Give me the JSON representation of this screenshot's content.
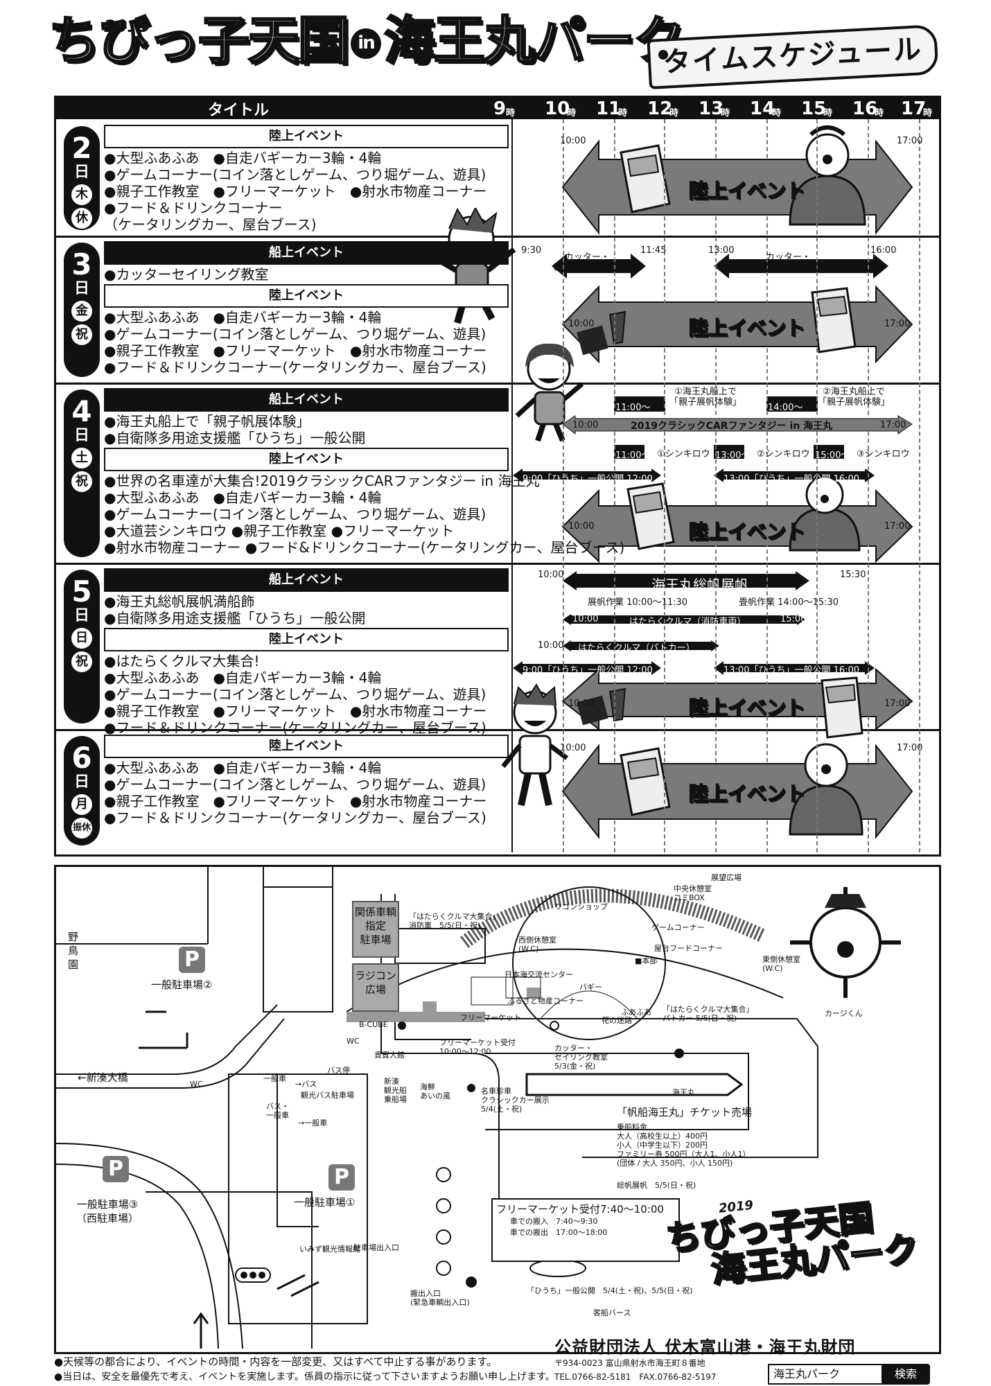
{
  "header": {
    "year": "2019",
    "title_a": "ちびっ子天国",
    "title_in": "in",
    "title_b": "海王丸パーク",
    "tag": "タイムスケジュール"
  },
  "schedule_header": {
    "title": "タイトル",
    "hours": [
      "9",
      "10",
      "11",
      "12",
      "13",
      "14",
      "15",
      "16",
      "17"
    ],
    "hour_suffix": "時"
  },
  "days": [
    {
      "num": "2",
      "d": "日",
      "wd": "木",
      "hol": "休",
      "blocks": [
        {
          "head": "陸上イベント",
          "dark": false,
          "lines": [
            "●大型ふあふあ　●自走バギーカー3輪・4輪",
            "●ゲームコーナー(コイン落としゲーム、つり堀ゲーム、遊具)",
            "●親子工作教室　●フリーマーケット　●射水市物産コーナー",
            "●フード＆ドリンクコーナー",
            "（ケータリングカー、屋台ブース)"
          ]
        }
      ],
      "timeline": {
        "start": "10:00",
        "end": "17:00",
        "label": "陸上イベント"
      }
    },
    {
      "num": "3",
      "d": "日",
      "wd": "金",
      "hol": "祝",
      "blocks": [
        {
          "head": "船上イベント",
          "dark": true,
          "lines": [
            "●カッターセイリング教室"
          ]
        },
        {
          "head": "陸上イベント",
          "dark": false,
          "lines": [
            "●大型ふあふあ　●自走バギーカー3輪・4輪",
            "●ゲームコーナー(コイン落としゲーム、つり堀ゲーム、遊具)",
            "●親子工作教室　●フリーマーケット　●射水市物産コーナー",
            "●フード＆ドリンクコーナー(ケータリングカー、屋台ブース)"
          ]
        }
      ],
      "timeline": {
        "start": "10:00",
        "end": "17:00",
        "label": "陸上イベント",
        "cutter": [
          {
            "start": "9:30",
            "end": "11:45",
            "label": "カッター・\nセイリング教室①"
          },
          {
            "start": "13:00",
            "end": "16:00",
            "label": "カッター・\nセイリング教室②"
          }
        ]
      }
    },
    {
      "num": "4",
      "d": "日",
      "wd": "土",
      "hol": "祝",
      "blocks": [
        {
          "head": "船上イベント",
          "dark": true,
          "lines": [
            "●海王丸船上で「親子帆展体験」",
            "●自衛隊多用途支援艦「ひうち」一般公開"
          ]
        },
        {
          "head": "陸上イベント",
          "dark": false,
          "lines": [
            "●世界の名車達が大集合!2019クラシックCARファンタジー in 海王丸",
            "●大型ふあふあ　●自走バギーカー3輪・4輪",
            "●ゲームコーナー(コイン落としゲーム、つり堀ゲーム、遊具)",
            "●大道芸シンキロウ ●親子工作教室 ●フリーマーケット",
            "●射水市物産コーナー ●フード&ドリンクコーナー(ケータリングカー、屋台ブース)"
          ]
        }
      ],
      "timeline": {
        "sail1_time": "11:00～",
        "sail1_label": "①海王丸船上で\n「親子展帆体験」",
        "sail2_time": "14:00～",
        "sail2_label": "②海王丸船上で\n「親子展帆体験」",
        "car_start": "10:00",
        "car_label": "2019クラシックCARファンタジー in 海王丸",
        "car_end": "17:00",
        "shin1": "11:00～",
        "shin1_label": "①シンキロウ",
        "shin2": "13:00～",
        "shin2_label": "②シンキロウ",
        "shin3": "15:00～",
        "shin3_label": "③シンキロウ",
        "hiuchi1": "9:00「ひうち」一般公開 12:00",
        "hiuchi2": "13:00「ひうち」一般公開 16:00",
        "start": "10:00",
        "end": "17:00",
        "label": "陸上イベント"
      }
    },
    {
      "num": "5",
      "d": "日",
      "wd": "日",
      "hol": "祝",
      "blocks": [
        {
          "head": "船上イベント",
          "dark": true,
          "lines": [
            "●海王丸総帆展帆満船飾",
            "●自衛隊多用途支援艦「ひうち」一般公開"
          ]
        },
        {
          "head": "陸上イベント",
          "dark": false,
          "lines": [
            "●はたらくクルマ大集合!",
            "●大型ふあふあ　●自走バギーカー3輪・4輪",
            "●ゲームコーナー(コイン落としゲーム、つり堀ゲーム、遊具)",
            "●親子工作教室　●フリーマーケット　●射水市物産コーナー",
            "●フード＆ドリンクコーナー(ケータリングカー、屋台ブース)"
          ]
        }
      ],
      "timeline": {
        "sail_start": "10:00",
        "sail_label": "海王丸総帆展帆",
        "sail_end": "15:30",
        "tenpan": "展帆作業 10:00～11:30",
        "donpan": "畳帆作業 14:00～15:30",
        "fire": "はたらくクルマ（消防車両）",
        "fire_start": "10:00",
        "fire_end": "15:00",
        "police_start": "10:00",
        "police": "はたらくクルマ（パトカー）",
        "hiuchi1": "9:00「ひうち」一般公開 12:00",
        "hiuchi2": "13:00「ひうち」一般公開 16:00",
        "start": "10:00",
        "end": "17:00",
        "label": "陸上イベント"
      }
    },
    {
      "num": "6",
      "d": "日",
      "wd": "月",
      "hol": "振休",
      "blocks": [
        {
          "head": "陸上イベント",
          "dark": false,
          "lines": [
            "●大型ふあふあ　●自走バギーカー3輪・4輪",
            "●ゲームコーナー(コイン落としゲーム、つり堀ゲーム、遊具)",
            "●親子工作教室　●フリーマーケット　●射水市物産コーナー",
            "●フード＆ドリンクコーナー(ケータリングカー、屋台ブース)"
          ]
        }
      ],
      "timeline": {
        "start": "10:00",
        "end": "17:00",
        "label": "陸上イベント"
      }
    }
  ],
  "map": {
    "nochou": "野\n鳥\n園",
    "parking2": "一般駐車場②",
    "parking1": "一般駐車場①",
    "parking3": "一般駐車場③\n（西駐車場）",
    "p": "P",
    "kankei": "関係車輌\n指定\n駐車場",
    "rajikon": "ラジコン\n広場",
    "bcube": "B-CUBE",
    "wc": "WC",
    "kihin": "貴賓人館",
    "shinminato": "←新湊大橋",
    "bus": "観光バス駐車場",
    "ippan1": "一般車",
    "bus_label": "→バス",
    "busu_tei": "バス停",
    "bus2": "バス・\n一般車",
    "ippan2": "→一般車",
    "hataraku_fire": "「はたらくクルマ大集合」\n消防車　5/5(日・祝)",
    "wagon": "ワゴンショップ",
    "tenbou": "展望広場",
    "game": "ゲームコーナー",
    "honbu": "■本部",
    "yatai": "屋台フードコーナー",
    "nihonkai": "日本海交流センター",
    "furusato": "ふるさと物産コーナー",
    "buggy": "バギー",
    "fuafua": "ふあふあ",
    "hana": "花の迷路",
    "flea": "フリーマーケット",
    "flea_recv": "フリーマーケット受付\n10:00～12:00",
    "hataraku_police": "「はたらくクルマ大集合」\nパトカー 5/5(日・祝)",
    "cutter": "カッター・\nセイリング教室\n5/3(金・祝)",
    "kaiwomaru": "海王丸",
    "meisha": "名車珍車\nクラシックカー展示\n5/4(土・祝)",
    "ticket_title": "「帆船海王丸」チケット売場",
    "ticket_lines": "乗船料金\n大人（高校生以上）400円\n小人（中学生以下）200円\nファミリー券 500円（大人1、小人1）\n(団体 / 大人 350円、小人 150円)",
    "souhan": "総帆展帆　5/5(日・祝)",
    "flea_box1": "フリーマーケット受付7:40～10:00",
    "flea_box2": "車での搬入　7:40～9:30",
    "flea_box3": "車での搬出　17:00～18:00",
    "hiuchi": "「ひうち」一般公開　5/4(土・祝)、5/5(日・祝)",
    "kyakusen": "客船バース",
    "entrance1": "駐車場出入口",
    "entrance2": "搬出入口\n(緊急車輌出入口)",
    "imizu": "いみず観光情報館",
    "shinko": "新湊\n観光船\n乗船場",
    "ainokaze": "海鮮\nあいの風",
    "kaji": "カージくん",
    "west_wc": "西側休憩室\n(W.C)",
    "east_wc": "東側休憩室\n(W.C)",
    "center": "中央休憩室\nコミBOX"
  },
  "footer": {
    "note1": "●天候等の都合により、イベントの時間・内容を一部変更、又はすべて中止する事があります。",
    "note2": "●当日は、安全を最優先で考え、イベントを実施します。係員の指示に従って下さいますようお願い申し上げます。",
    "org": "公益財団法人 伏木富山港・海王丸財団",
    "addr": "〒934-0023 富山県射水市海王町８番地",
    "tel": "TEL.0766-82-5181　FAX.0766-82-5197",
    "search_text": "海王丸パーク",
    "search_btn": "検索"
  }
}
